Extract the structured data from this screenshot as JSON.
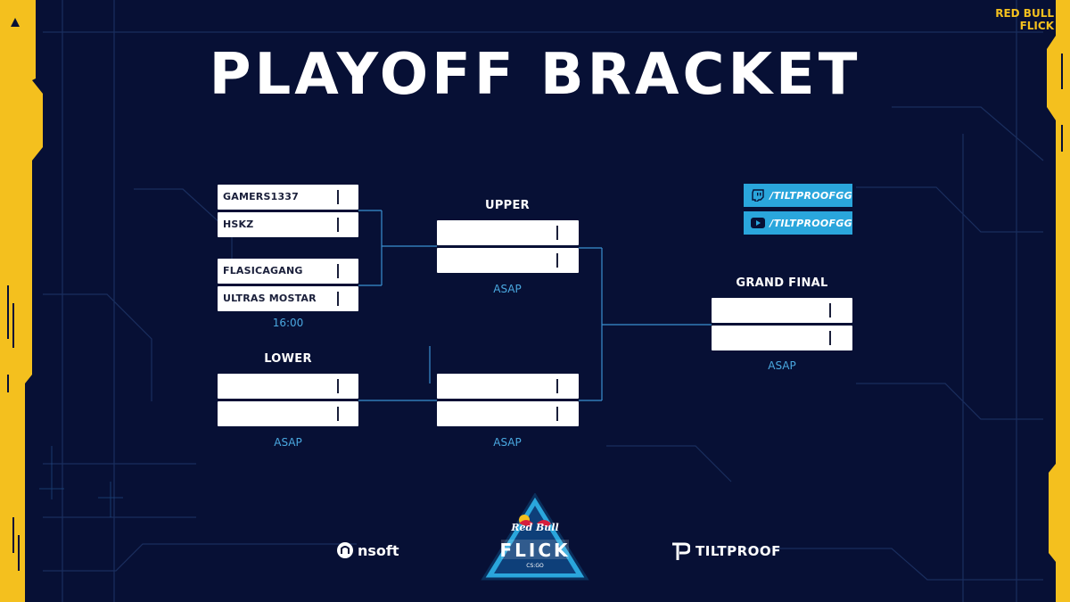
{
  "title": "PLAYOFF BRACKET",
  "brand_top": [
    "RED BULL",
    "FLICK"
  ],
  "colors": {
    "background": "#071035",
    "accent_yellow": "#f4c01e",
    "accent_blue": "#2aa6dc",
    "time_blue": "#4aa8e0",
    "slot_white": "#ffffff"
  },
  "upper_round1": {
    "match1": {
      "team1": "GAMERS1337",
      "team2": "HSKZ"
    },
    "match2": {
      "team1": "FLASICAGANG",
      "team2": "ULTRAS MOSTAR"
    },
    "time": "16:00"
  },
  "upper_final": {
    "label": "UPPER",
    "team1": "",
    "team2": "",
    "time": "ASAP"
  },
  "lower_round1": {
    "label": "LOWER",
    "team1": "",
    "team2": "",
    "time": "ASAP"
  },
  "lower_final": {
    "team1": "",
    "team2": "",
    "time": "ASAP"
  },
  "grand_final": {
    "label": "GRAND FINAL",
    "team1": "",
    "team2": "",
    "time": "ASAP"
  },
  "socials": [
    {
      "platform_icon": "twitch-icon",
      "handle": "/TILTPROOFGG"
    },
    {
      "platform_icon": "youtube-icon",
      "handle": "/TILTPROOFGG"
    }
  ],
  "sponsors": {
    "left": "nsoft",
    "right": "TILTPROOF"
  },
  "event_logo": {
    "line1": "Red Bull",
    "line2": "FLICK",
    "line3": "CS:GO"
  }
}
